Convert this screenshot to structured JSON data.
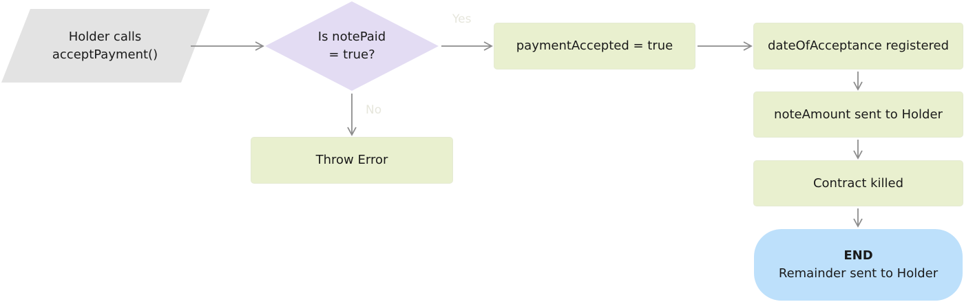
{
  "nodes": {
    "start": {
      "line1": "Holder calls",
      "line2": "acceptPayment()"
    },
    "decision": {
      "line1": "Is notePaid",
      "line2": "= true?"
    },
    "payment_accepted": {
      "label": "paymentAccepted = true"
    },
    "throw_error": {
      "label": "Throw Error"
    },
    "date_registered": {
      "label": "dateOfAcceptance registered"
    },
    "note_amount": {
      "label": "noteAmount sent to Holder"
    },
    "contract_killed": {
      "label": "Contract killed"
    },
    "end": {
      "title": "END",
      "subtitle": "Remainder sent to Holder"
    }
  },
  "edge_labels": {
    "yes": "Yes",
    "no": "No"
  },
  "colors": {
    "input_fill": "#e3e3e3",
    "decision_fill": "#e3dcf3",
    "process_fill": "#e9f0cf",
    "end_fill": "#bde0fb",
    "arrow": "#8c8c8c"
  }
}
